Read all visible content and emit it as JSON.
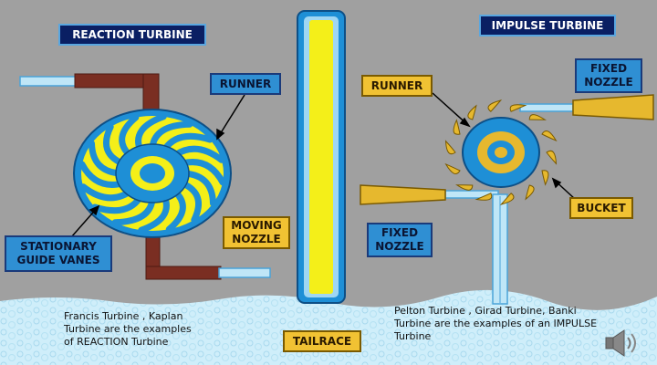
{
  "titles": {
    "reaction": "REACTION TURBINE",
    "impulse": "IMPULSE TURBINE"
  },
  "labels": {
    "runner_left": "RUNNER",
    "runner_right": "RUNNER",
    "stationary_guide_vanes": "STATIONARY\nGUIDE VANES",
    "moving_nozzle": "MOVING\nNOZZLE",
    "fixed_nozzle_mid": "FIXED\nNOZZLE",
    "fixed_nozzle_top": "FIXED\nNOZZLE",
    "bucket": "BUCKET",
    "tailrace": "TAILRACE"
  },
  "notes": {
    "reaction": "Francis Turbine , Kaplan\nTurbine are the examples\nof  REACTION  Turbine",
    "impulse": "Pelton Turbine , Girad Turbine, Banki\nTurbine are the examples of an IMPULSE\nTurbine"
  },
  "icons": {
    "speaker": "speaker-icon"
  },
  "colors": {
    "background": "#a0a0a0",
    "water": "#cfeefa",
    "pipe": "#7a2e22",
    "runner_yellow": "#f4ef19",
    "runner_blue": "#1e8fd6",
    "nozzle_gold": "#e6b82e",
    "label_dark": "#0a1f63",
    "label_blue": "#2f8fd3",
    "label_gold": "#f1c233"
  }
}
